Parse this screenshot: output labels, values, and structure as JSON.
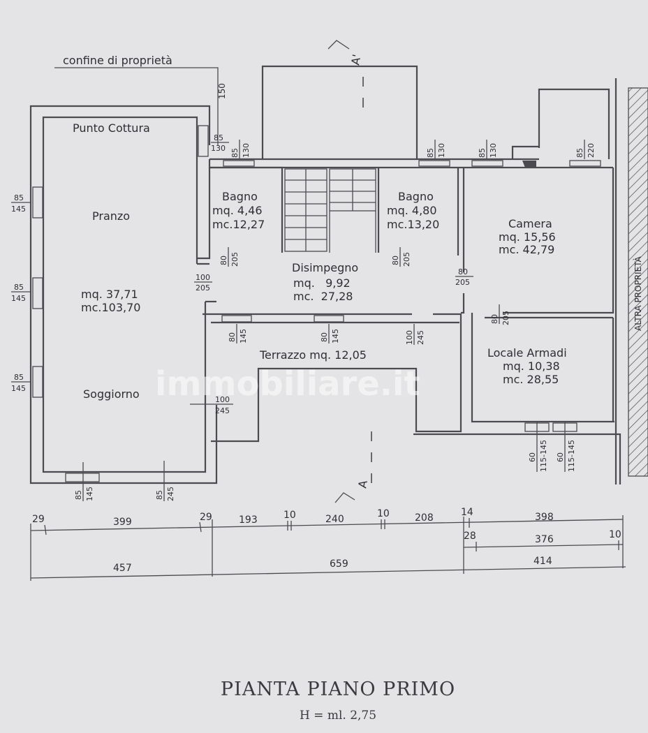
{
  "header": {
    "property_line_label": "confine di proprietà",
    "property_line_dim": "150"
  },
  "rooms": {
    "cucina": {
      "name": "Punto Cottura"
    },
    "pranzo": {
      "name": "Pranzo",
      "mq": "mq. 37,71",
      "mc": "mc.103,70"
    },
    "soggiorno": {
      "name": "Soggiorno"
    },
    "bagno1": {
      "name": "Bagno",
      "mq": "mq. 4,46",
      "mc": "mc.12,27"
    },
    "bagno2": {
      "name": "Bagno",
      "mq": "mq. 4,80",
      "mc": "mc.13,20"
    },
    "disimpegno": {
      "name": "Disimpegno",
      "mq": "mq.   9,92",
      "mc": "mc.  27,28"
    },
    "camera": {
      "name": "Camera",
      "mq": "mq. 15,56",
      "mc": "mc. 42,79"
    },
    "terrazzo": {
      "name": "Terrazzo mq. 12,05"
    },
    "armadi": {
      "name": "Locale Armadi",
      "mq": "mq. 10,38",
      "mc": "mc. 28,55"
    }
  },
  "neighbor_label": "ALTRA PROPRIETÀ",
  "section_labels": {
    "top": "A'",
    "bottom": "A"
  },
  "openings": [
    {
      "top": "85",
      "bottom": "145"
    },
    {
      "top": "85",
      "bottom": "145"
    },
    {
      "top": "85",
      "bottom": "145"
    },
    {
      "top": "85",
      "bottom": "130"
    },
    {
      "top": "85",
      "bottom": "130"
    },
    {
      "top": "85",
      "bottom": "130"
    },
    {
      "top": "85",
      "bottom": "130"
    },
    {
      "top": "85",
      "bottom": "220"
    },
    {
      "top": "80",
      "bottom": "205"
    },
    {
      "top": "80",
      "bottom": "205"
    },
    {
      "top": "100",
      "bottom": "205"
    },
    {
      "top": "80",
      "bottom": "205"
    },
    {
      "top": "80",
      "bottom": "205"
    },
    {
      "top": "80",
      "bottom": "145"
    },
    {
      "top": "80",
      "bottom": "145"
    },
    {
      "top": "100",
      "bottom": "245"
    },
    {
      "top": "100",
      "bottom": "245"
    },
    {
      "top": "85",
      "bottom": "145"
    },
    {
      "top": "85",
      "bottom": "245"
    },
    {
      "top": "60",
      "bottom": "115-145"
    },
    {
      "top": "60",
      "bottom": "115-145"
    }
  ],
  "dimensions": {
    "row1": [
      "29",
      "399",
      "29",
      "193",
      "10",
      "240",
      "10",
      "208",
      "14",
      "398"
    ],
    "row2": [
      "28",
      "376",
      "10"
    ],
    "row3": [
      "457",
      "659",
      "414"
    ]
  },
  "watermark": "immobiliare.it",
  "title": "PIANTA PIANO PRIMO",
  "subtitle": "H = ml. 2,75"
}
